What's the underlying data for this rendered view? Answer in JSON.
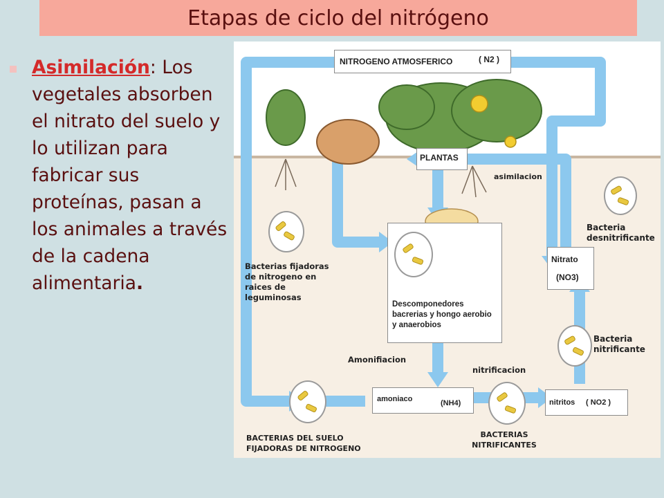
{
  "slide": {
    "title": "Etapas de ciclo del nitrógeno",
    "bullet": {
      "term": "Asimilación",
      "colon": ":",
      "body": "Los vegetales absorben el nitrato del suelo y lo utilizan para fabricar sus proteínas, pasan a los animales a través de la cadena alimentaria",
      "end": "."
    }
  },
  "diagram": {
    "atmosphere": {
      "label": "NITROGENO ATMOSFERICO",
      "formula": "( N2 )"
    },
    "plants": "PLANTAS",
    "assimilation": "asimilacion",
    "denitrifying": "Bacteria desnitrificante",
    "nitrate": {
      "label": "Nitrato",
      "formula": "(NO3)"
    },
    "fixing_legumes": "Bacterias fijadoras de nitrogeno en raices de leguminosas",
    "decomposers": "Descomponedores bacrerias y hongo aerobio y anaerobios",
    "nitrifying_top": "Bacteria nitrificante",
    "ammonification": "Amonifiacion",
    "nitrification": "nitrificacion",
    "ammonia": {
      "label": "amoniaco",
      "formula": "(NH4)"
    },
    "nitrite": {
      "label": "nitritos",
      "formula": "( NO2 )"
    },
    "soil_bacteria": "BACTERIAS DEL SUELO FIJADORAS DE NITROGENO",
    "nitrifying_bottom": "BACTERIAS NITRIFICANTES",
    "colors": {
      "arrow": "#8cc8ee",
      "soil": "#f7efe4",
      "leaf": "#6a9a4a",
      "bacteria": "#e9c840"
    }
  }
}
